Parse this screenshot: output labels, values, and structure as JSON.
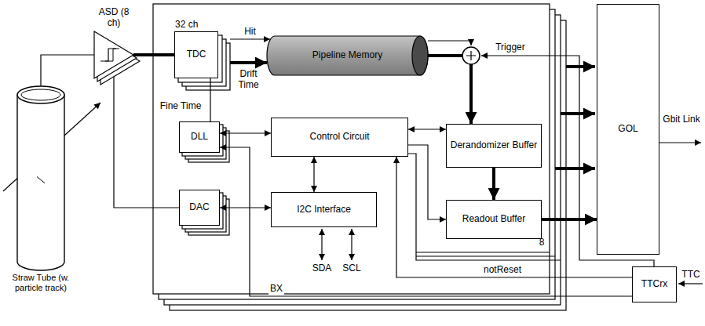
{
  "diagram": {
    "nodes": [
      {
        "text": [
          "ASD (8 ch)"
        ]
      },
      {
        "text": [
          "32 ch",
          "TDC"
        ]
      },
      {
        "text": [
          "Pipeline Memory"
        ]
      },
      {
        "text": [
          "DLL"
        ]
      },
      {
        "text": [
          "Control Circuit"
        ]
      },
      {
        "text": [
          "Derandomizer Buffer"
        ]
      },
      {
        "text": [
          "DAC"
        ]
      },
      {
        "text": [
          "I2C Interface"
        ]
      },
      {
        "text": [
          "Readout Buffer"
        ]
      },
      {
        "text": [
          "GOL"
        ]
      },
      {
        "text": [
          "Straw Tube (w. particle track)"
        ]
      },
      {
        "text": [
          "TTCrx"
        ]
      }
    ],
    "edges": [
      {
        "from": 10,
        "to": 0,
        "arrow": "none"
      },
      {
        "from": 0,
        "to": 1,
        "arrow": "none"
      },
      {
        "from": 1,
        "to": 2,
        "label": "Hit",
        "arrow": "to"
      },
      {
        "from": 1,
        "to": 2,
        "label": "Drift Time",
        "arrow": "to"
      },
      {
        "from": 2,
        "to": 5,
        "arrow": "to"
      },
      {
        "from": 5,
        "to": 8,
        "arrow": "to"
      },
      {
        "from": 8,
        "to": 9,
        "arrow": "to"
      },
      {
        "from": 3,
        "to": 1,
        "label": "Fine Time",
        "arrow": "none"
      },
      {
        "from": 3,
        "to": 4,
        "arrow": "both"
      },
      {
        "from": 6,
        "to": 7,
        "arrow": "both"
      },
      {
        "from": 4,
        "to": 7,
        "arrow": "both"
      },
      {
        "from": 4,
        "to": 5,
        "arrow": "both"
      },
      {
        "from": 4,
        "to": 8,
        "arrow": "to"
      },
      {
        "from": 11,
        "to": 4,
        "label": "notReset",
        "arrow": "to"
      },
      {
        "from": 11,
        "to": 3,
        "label": "BX",
        "arrow": "to"
      },
      {
        "from": 6,
        "to": 0,
        "arrow": "none"
      }
    ],
    "labels": [
      "Trigger",
      "Gbit Link",
      "SDA",
      "SCL",
      "8",
      "TTC"
    ]
  }
}
